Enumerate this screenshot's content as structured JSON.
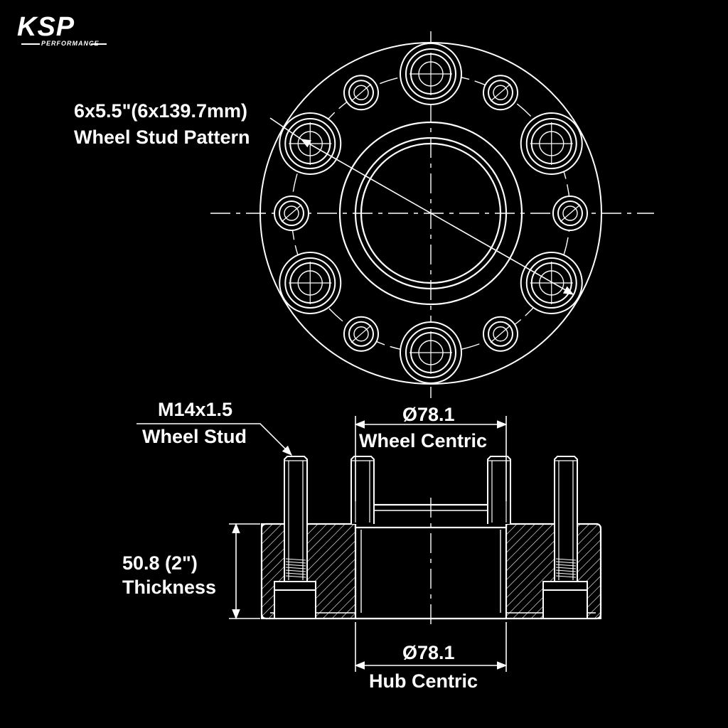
{
  "brand": {
    "logo_text": "KSP",
    "logo_subtext": "PERFORMANCE"
  },
  "colors": {
    "background": "#000000",
    "line": "#ffffff"
  },
  "labels": {
    "bolt_pattern_line1": "6x5.5\"(6x139.7mm)",
    "bolt_pattern_line2": "Wheel Stud Pattern",
    "stud_line1": "M14x1.5",
    "stud_line2": "Wheel Stud",
    "wheel_centric_value": "Ø78.1",
    "wheel_centric_label": "Wheel Centric",
    "thickness_value": "50.8 (2\")",
    "thickness_label": "Thickness",
    "hub_centric_value": "Ø78.1",
    "hub_centric_label": "Hub Centric"
  }
}
